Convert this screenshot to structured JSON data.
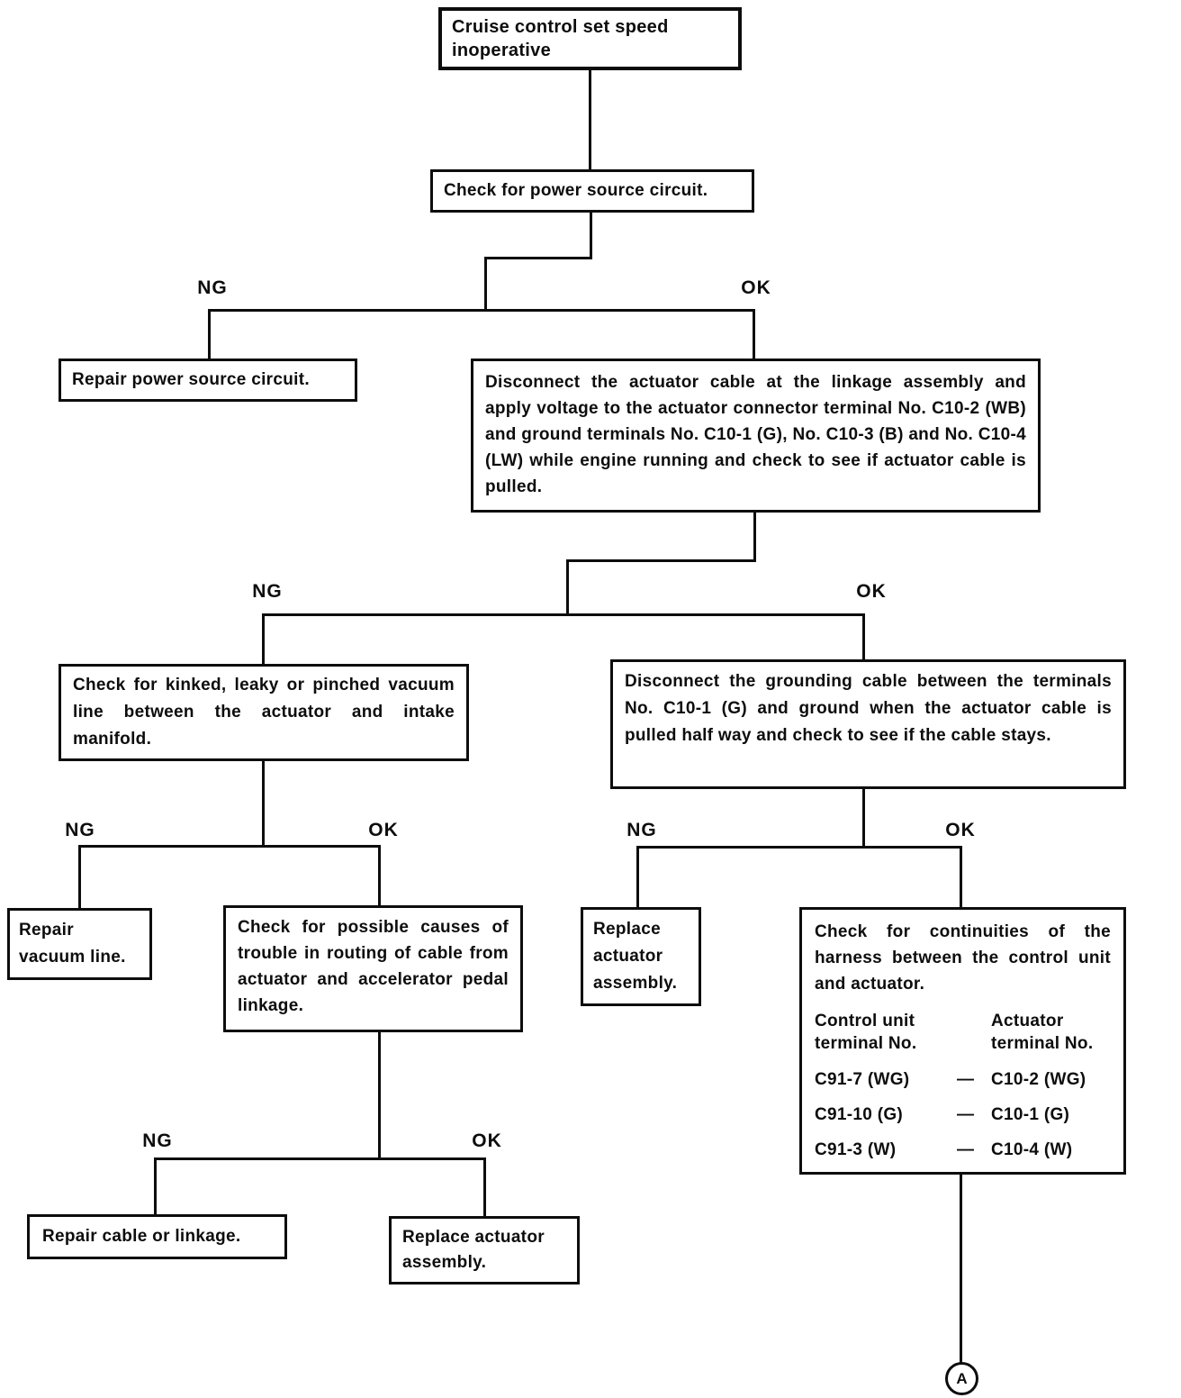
{
  "meta": {
    "ink_color": "#0d0d0d",
    "background_color": "#ffffff"
  },
  "labels": {
    "ng": "NG",
    "ok": "OK"
  },
  "nodes": {
    "start": "Cruise control set speed inoperative",
    "check_power": "Check for power source circuit.",
    "repair_power": "Repair power source circuit.",
    "apply_voltage": "Disconnect the actuator cable at the linkage assembly and apply voltage to the actuator connector terminal No. C10-2 (WB) and ground terminals No. C10-1 (G), No. C10-3 (B) and No. C10-4 (LW) while engine running and check to see if actuator cable is pulled.",
    "check_vacuum_line": "Check for kinked, leaky or pinched vacuum line between the actuator and intake manifold.",
    "disconnect_grounding": "Disconnect the grounding cable between the terminals No. C10-1 (G) and ground when the actuator cable is pulled half way and check to see if the cable stays.",
    "repair_vacuum_line": "Repair vacuum line.",
    "check_cable_routing": "Check for possible causes of trouble in routing of cable from actuator and accelerator pedal linkage.",
    "replace_actuator_mid": "Replace actuator assembly.",
    "check_continuities": "Check for continuities of the harness between the control unit and actuator.",
    "repair_cable": "Repair cable or linkage.",
    "replace_actuator_bottom": "Replace actuator assembly.",
    "connector": "A"
  },
  "continuity_table": {
    "col1_header": "Control unit terminal No.",
    "col2_header": "Actuator terminal No.",
    "rows": [
      {
        "control_unit": "C91-7 (WG)",
        "dash": "—",
        "actuator": "C10-2 (WG)"
      },
      {
        "control_unit": "C91-10 (G)",
        "dash": "—",
        "actuator": "C10-1 (G)"
      },
      {
        "control_unit": "C91-3 (W)",
        "dash": "—",
        "actuator": "C10-4 (W)"
      }
    ]
  }
}
